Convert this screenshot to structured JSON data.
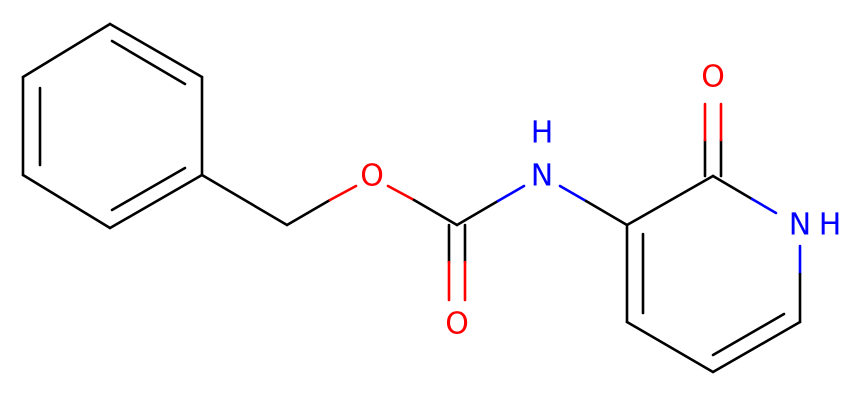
{
  "colors": {
    "background": "#ffffff",
    "bond": "#000000",
    "oxygen": "#ff0000",
    "nitrogen": "#0000ff"
  },
  "atoms": {
    "ester_oxygen": "O",
    "carbonyl_oxygen": "O",
    "amide_nitrogen": "N",
    "amide_hydrogen": "H",
    "ring_oxygen": "O",
    "ring_nitrogen": "N",
    "ring_hydrogen": "H"
  }
}
